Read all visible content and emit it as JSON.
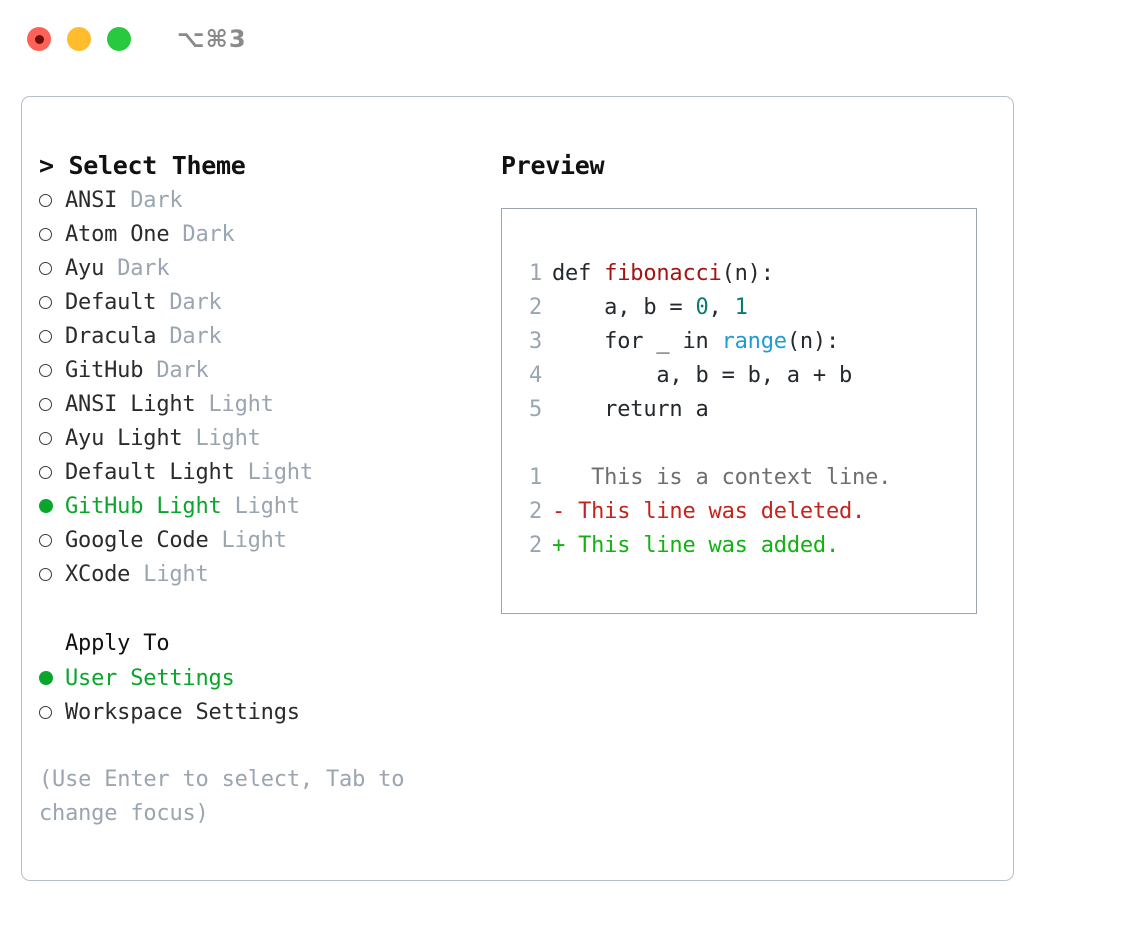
{
  "titlebar": {
    "shortcut": "⌥⌘3",
    "lights": [
      {
        "name": "close",
        "color": "#ff6159"
      },
      {
        "name": "minimize",
        "color": "#ffbd2e"
      },
      {
        "name": "zoom",
        "color": "#28c93f"
      }
    ]
  },
  "left": {
    "heading": "> Select Theme",
    "themes": [
      {
        "marker": "○",
        "selected": false,
        "label": "ANSI",
        "suffix": "Dark"
      },
      {
        "marker": "○",
        "selected": false,
        "label": "Atom One",
        "suffix": "Dark"
      },
      {
        "marker": "○",
        "selected": false,
        "label": "Ayu",
        "suffix": "Dark"
      },
      {
        "marker": "○",
        "selected": false,
        "label": "Default",
        "suffix": "Dark"
      },
      {
        "marker": "○",
        "selected": false,
        "label": "Dracula",
        "suffix": "Dark"
      },
      {
        "marker": "○",
        "selected": false,
        "label": "GitHub",
        "suffix": "Dark"
      },
      {
        "marker": "○",
        "selected": false,
        "label": "ANSI Light",
        "suffix": "Light"
      },
      {
        "marker": "○",
        "selected": false,
        "label": "Ayu Light",
        "suffix": "Light"
      },
      {
        "marker": "○",
        "selected": false,
        "label": "Default Light",
        "suffix": "Light"
      },
      {
        "marker": "●",
        "selected": true,
        "label": "GitHub Light",
        "suffix": "Light"
      },
      {
        "marker": "○",
        "selected": false,
        "label": "Google Code",
        "suffix": "Light"
      },
      {
        "marker": "○",
        "selected": false,
        "label": "XCode",
        "suffix": "Light"
      }
    ],
    "apply_to": {
      "heading": "Apply To",
      "options": [
        {
          "marker": "●",
          "selected": true,
          "label": "User Settings"
        },
        {
          "marker": "○",
          "selected": false,
          "label": "Workspace Settings"
        }
      ]
    },
    "hint": "(Use Enter to select, Tab to change focus)"
  },
  "right": {
    "heading": "Preview",
    "code_lines": [
      {
        "no": "1",
        "tokens": [
          {
            "t": "def ",
            "c": "tok-def"
          },
          {
            "t": "fibonacci",
            "c": "tok-fn"
          },
          {
            "t": "(n):",
            "c": "tok-plain"
          }
        ]
      },
      {
        "no": "2",
        "tokens": [
          {
            "t": "    a, b = ",
            "c": "tok-plain"
          },
          {
            "t": "0",
            "c": "tok-num"
          },
          {
            "t": ", ",
            "c": "tok-plain"
          },
          {
            "t": "1",
            "c": "tok-num"
          }
        ]
      },
      {
        "no": "3",
        "tokens": [
          {
            "t": "    for _ in ",
            "c": "tok-plain"
          },
          {
            "t": "range",
            "c": "tok-call"
          },
          {
            "t": "(n):",
            "c": "tok-plain"
          }
        ]
      },
      {
        "no": "4",
        "tokens": [
          {
            "t": "        a, b = b, a + b",
            "c": "tok-plain"
          }
        ]
      },
      {
        "no": "5",
        "tokens": [
          {
            "t": "    return a",
            "c": "tok-plain"
          }
        ]
      }
    ],
    "diff_lines": [
      {
        "no": "1",
        "sign": " ",
        "text": "  This is a context line.",
        "kind": "diff-ctx"
      },
      {
        "no": "2",
        "sign": "-",
        "text": " This line was deleted.",
        "kind": "diff-del"
      },
      {
        "no": "2",
        "sign": "+",
        "text": " This line was added.",
        "kind": "diff-add"
      }
    ]
  },
  "colors": {
    "accent_green": "#0aa62c",
    "muted": "#9aa5b1",
    "border": "#b6bfcb",
    "fn_red": "#a31513",
    "number_teal": "#0b7a75",
    "call_blue": "#1f9cd4",
    "diff_del": "#c4241c",
    "diff_add": "#12b212"
  }
}
